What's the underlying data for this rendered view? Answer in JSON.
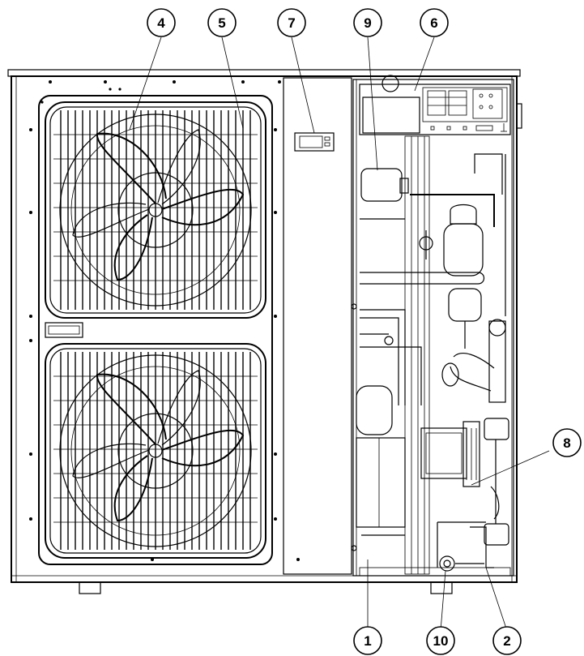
{
  "callouts": [
    {
      "id": "4",
      "label": "4"
    },
    {
      "id": "5",
      "label": "5"
    },
    {
      "id": "7",
      "label": "7"
    },
    {
      "id": "9",
      "label": "9"
    },
    {
      "id": "6",
      "label": "6"
    },
    {
      "id": "8",
      "label": "8"
    },
    {
      "id": "1",
      "label": "1"
    },
    {
      "id": "10",
      "label": "10"
    },
    {
      "id": "2",
      "label": "2"
    }
  ]
}
